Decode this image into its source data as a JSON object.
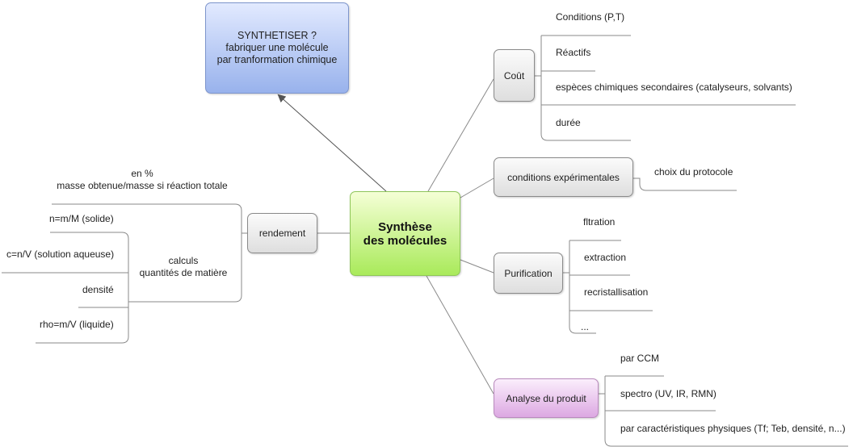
{
  "center": {
    "line1": "Synthèse",
    "line2": "des molécules"
  },
  "goal": {
    "line1": "SYNTHETISER ?",
    "line2": "fabriquer une molécule",
    "line3": "par tranformation chimique"
  },
  "cout": {
    "label": "Coût",
    "items": [
      "Conditions (P,T)",
      "Réactifs",
      "espèces chimiques secondaires (catalyseurs, solvants)",
      "durée"
    ]
  },
  "conditions": {
    "label": "conditions expérimentales",
    "items": [
      "choix du protocole"
    ]
  },
  "purification": {
    "label": "Purification",
    "items": [
      "fltration",
      "extraction",
      "recristallisation",
      "..."
    ]
  },
  "analyse": {
    "label": "Analyse du produit",
    "items": [
      "par CCM",
      "spectro (UV, IR, RMN)",
      "par caractéristiques physiques (Tf; Teb, densité, n...)"
    ]
  },
  "rendement": {
    "label": "rendement",
    "pct": {
      "line1": "en %",
      "line2": "masse obtenue/masse si réaction totale"
    },
    "calculs": {
      "line1": "calculs",
      "line2": "quantités de matière",
      "items": [
        "n=m/M (solide)",
        "c=n/V (solution aqueuse)",
        "densité",
        "rho=m/V (liquide)"
      ]
    }
  },
  "colors": {
    "center": "#a9ea5a",
    "goal": "#98b2ec",
    "analyse": "#dca8e2",
    "node": "#e8e8e8",
    "line": "#8a8a8a"
  }
}
